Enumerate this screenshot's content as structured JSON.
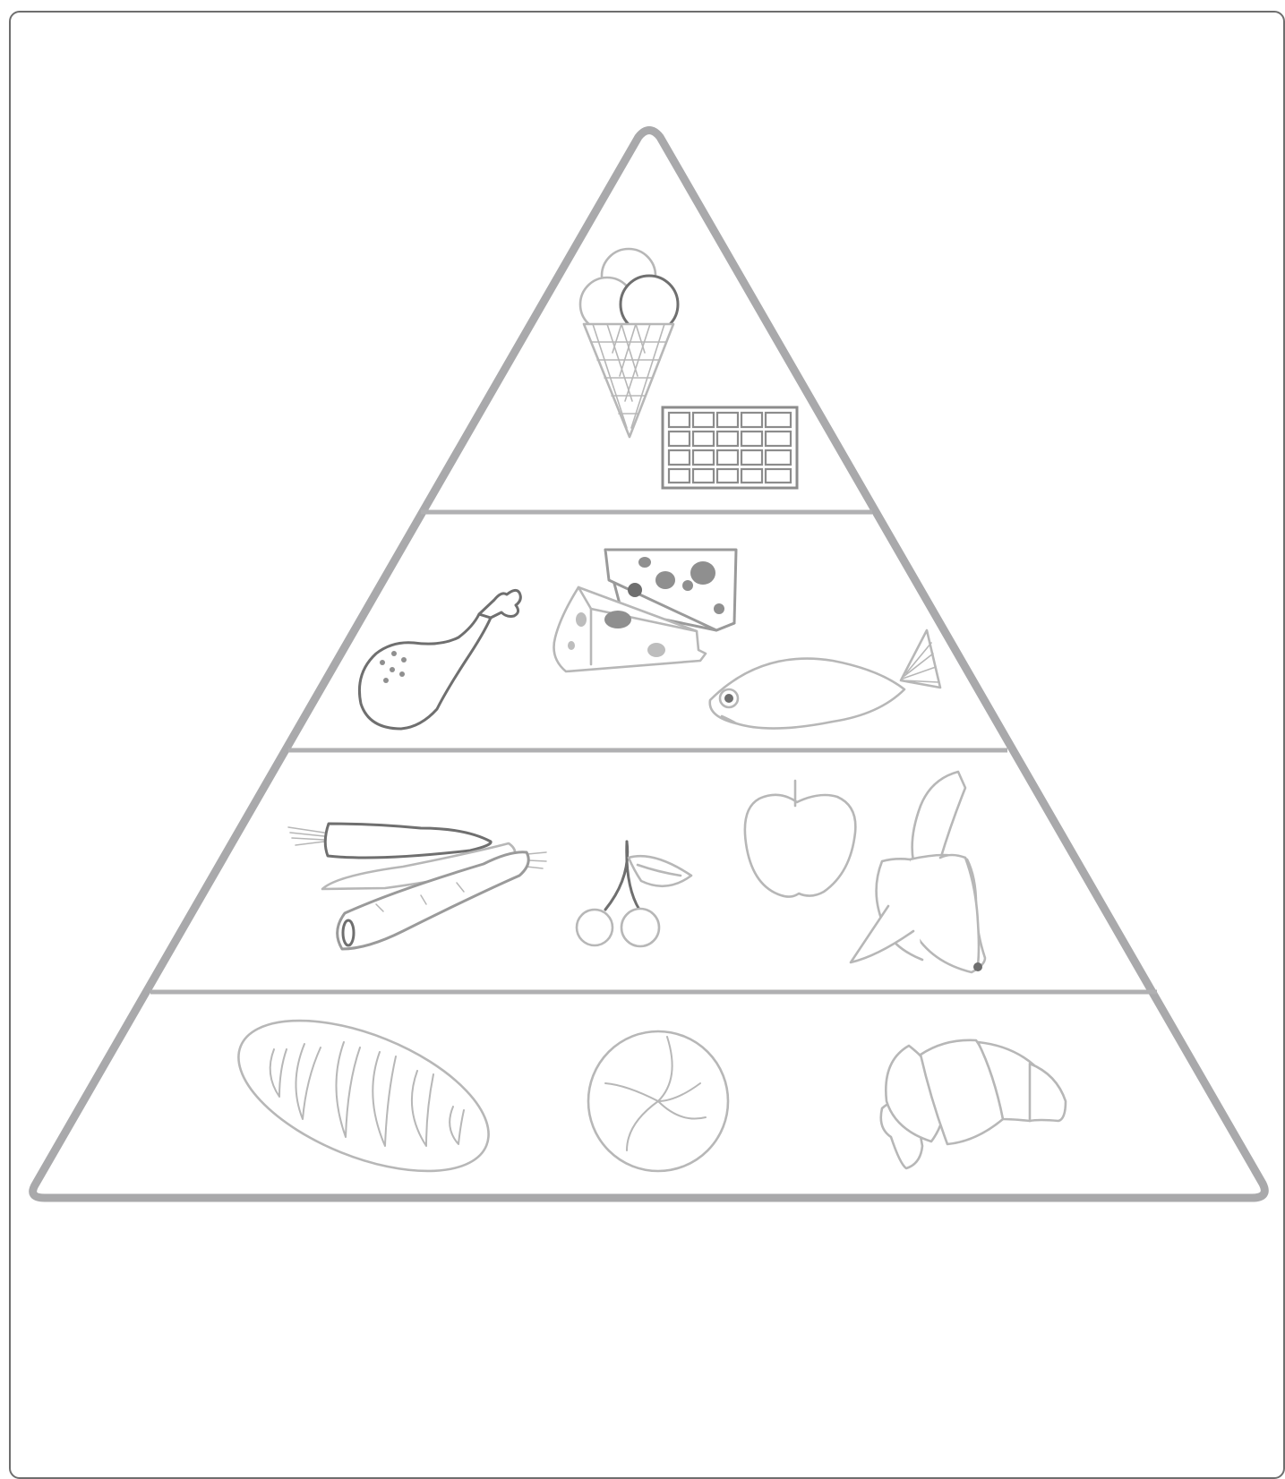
{
  "colors": {
    "frame": "#6e6e6e",
    "pyramid_outline": "#a9a9ab",
    "ink_light": "#b7b7b7",
    "ink_mid": "#9a9a9a",
    "ink_dark": "#6f6f6f"
  },
  "pyramid": {
    "levels": [
      {
        "position": "top",
        "items": [
          "ice-cream-cone-icon",
          "chocolate-bar-icon"
        ]
      },
      {
        "position": "second",
        "items": [
          "chicken-drumstick-icon",
          "cheese-icon",
          "fish-icon"
        ]
      },
      {
        "position": "third",
        "items": [
          "carrots-icon",
          "cherries-icon",
          "apple-icon",
          "banana-icon"
        ]
      },
      {
        "position": "base",
        "items": [
          "bread-loaf-icon",
          "bread-roll-icon",
          "croissant-icon"
        ]
      }
    ]
  }
}
